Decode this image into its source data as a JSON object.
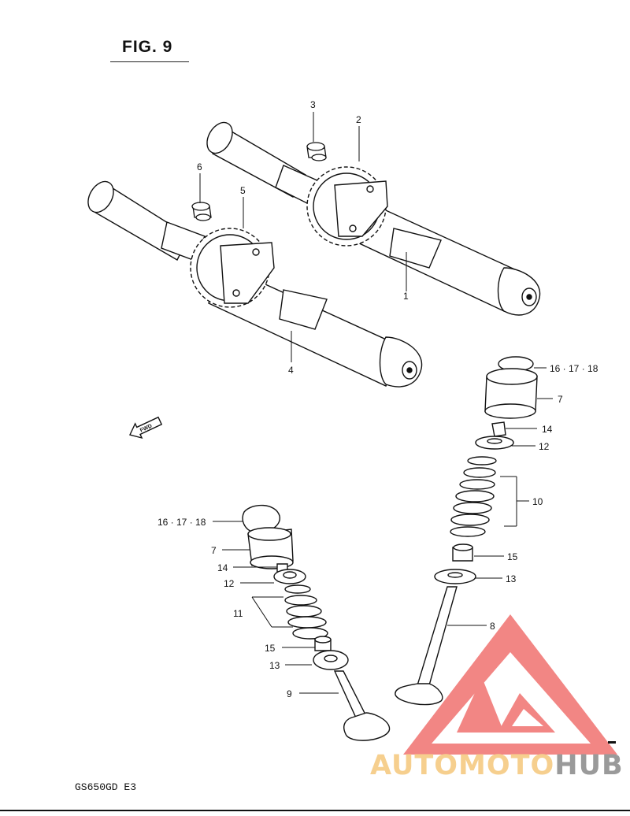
{
  "figure": {
    "title": "FIG. 9",
    "model": "GS650GD  E3"
  },
  "callouts": [
    {
      "id": "c1",
      "label": "1"
    },
    {
      "id": "c2",
      "label": "2"
    },
    {
      "id": "c3",
      "label": "3"
    },
    {
      "id": "c4",
      "label": "4"
    },
    {
      "id": "c5",
      "label": "5"
    },
    {
      "id": "c6",
      "label": "6"
    },
    {
      "id": "c16a",
      "label": "16 · 17 · 18"
    },
    {
      "id": "c7a",
      "label": "7"
    },
    {
      "id": "c14a",
      "label": "14"
    },
    {
      "id": "c12a",
      "label": "12"
    },
    {
      "id": "c10",
      "label": "10"
    },
    {
      "id": "c15a",
      "label": "15"
    },
    {
      "id": "c13a",
      "label": "13"
    },
    {
      "id": "c8",
      "label": "8"
    },
    {
      "id": "c16b",
      "label": "16 · 17 · 18"
    },
    {
      "id": "c7b",
      "label": "7"
    },
    {
      "id": "c14b",
      "label": "14"
    },
    {
      "id": "c12b",
      "label": "12"
    },
    {
      "id": "c11",
      "label": "11"
    },
    {
      "id": "c15b",
      "label": "15"
    },
    {
      "id": "c13b",
      "label": "13"
    },
    {
      "id": "c9",
      "label": "9"
    }
  ],
  "fwd_label": "FWD",
  "watermark": {
    "part1": "AUTOMOTO",
    "part2": "HUB",
    "color_logo": "#f0716f",
    "color_text": "#f6cf8e",
    "color_text2": "#9a9a9a"
  }
}
